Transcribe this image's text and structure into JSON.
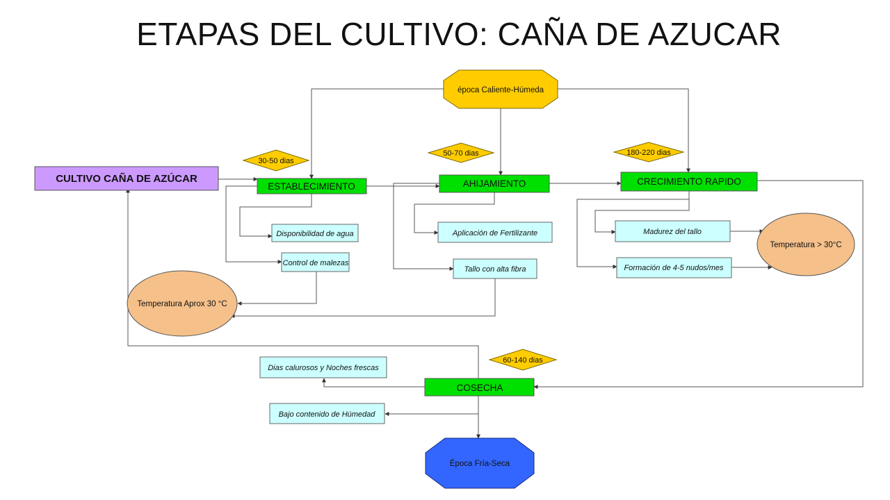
{
  "title": "ETAPAS DEL CULTIVO: CAÑA DE AZUCAR",
  "nodes": {
    "cultivo": "CULTIVO CAÑA DE AZÚCAR",
    "establecimiento": "ESTABLECIMIENTO",
    "ahijamiento": "AHIJAMIENTO",
    "crecimiento": "CRECIMIENTO RAPIDO",
    "cosecha": "COSECHA",
    "epoca_caliente": "época Caliente-Húmeda",
    "epoca_fria": "Época Fría-Seca",
    "temp_aprox": "Temperatura Aprox 30 °C",
    "temp_mayor": "Temperatura > 30°C",
    "disponibilidad": "Disponibilidad de agua",
    "control": "Control de malezas",
    "fertilizante": "Aplicación de Fertilizante",
    "tallo_fibra": "Tallo con alta fibra",
    "madurez": "Madurez del tallo",
    "nudos": "Formación de 4-5 nudos/mes",
    "dias_calurosos": "Dias calurosos y Noches frescas",
    "humedad": "Bajo contenido de Húmedad"
  },
  "durations": {
    "establecimiento": "30-50 dias",
    "ahijamiento": "50-70 dias",
    "crecimiento": "180-220 dias",
    "cosecha": "60-140 dias"
  },
  "colors": {
    "stage": "#00e000",
    "cultivo": "#cc99ff",
    "detail": "#ccffff",
    "duration": "#ffcc00",
    "temperature": "#f5c08a",
    "epoca_caliente": "#ffcc00",
    "epoca_fria": "#3366ff",
    "line": "#444444"
  }
}
